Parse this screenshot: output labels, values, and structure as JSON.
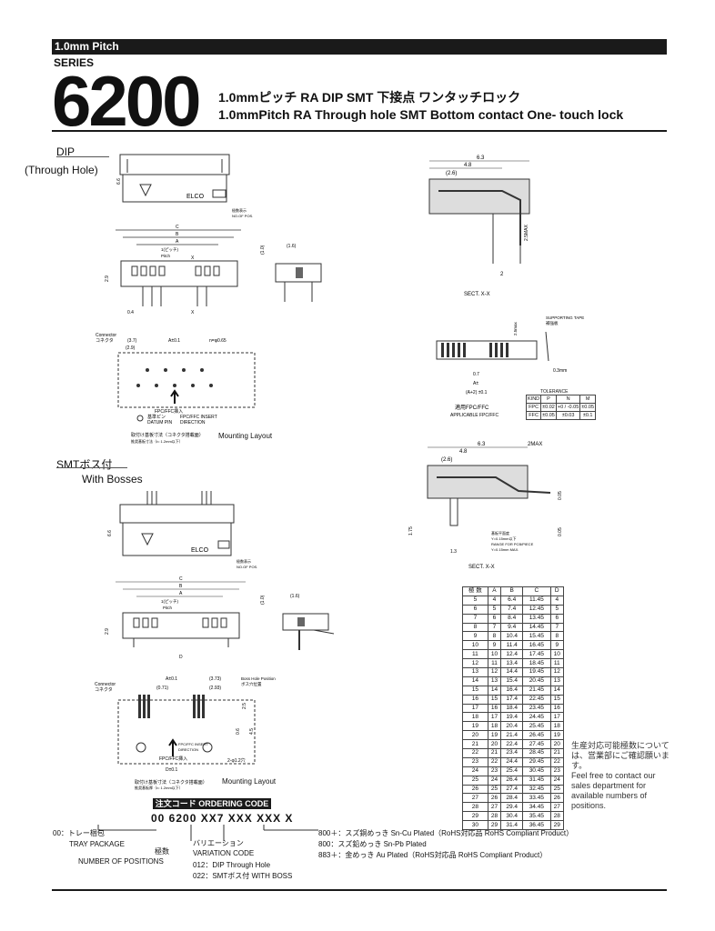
{
  "header": {
    "pitch_label": "1.0mm Pitch",
    "series_label": "SERIES",
    "series_number": "6200",
    "title_jp": "1.0mmピッチ RA DIP SMT 下接点 ワンタッチロック",
    "title_en": "1.0mmPitch RA Through hole SMT Bottom contact One- touch lock"
  },
  "dip_section": {
    "title": "DIP",
    "subtitle": "(Through Hole)",
    "elco": "ELCO",
    "no_pos_jp": "極数表示",
    "no_pos": "NO.OF POS.",
    "mounting_layout": "Mounting Layout",
    "mounting_jp": "取付け基板寸法（コネクタ搭載面）",
    "tolerance_jp": "推奨基板寸法（t= 1.2mm以下）",
    "connector_label": "Connector",
    "connector_jp": "コネクタ",
    "datum_pin": "DATUM PIN",
    "datum_jp": "基準ピン",
    "fpc_insert": "FPC/FFC INSERT",
    "fpc_dir": "DIRECTION",
    "fpc_jp": "FPC/FFC挿入",
    "pitch_jp": "1(ピッチ)",
    "pitch": "Pitch",
    "hole": "n=φ0.65",
    "dims": [
      "C",
      "B",
      "A",
      "(3.7)",
      "(2.9)",
      "A±0.1",
      "2.9",
      "0.4",
      "(1.0)",
      "(1.6)",
      "6.6",
      "X",
      "X"
    ]
  },
  "sect_dip": {
    "label": "SECT. X-X",
    "dims": [
      "6.3",
      "4.8",
      "(2.6)",
      "2",
      "2.5MAX"
    ]
  },
  "fpc_section": {
    "supporting_tape": "SUPPORTING TAPE",
    "supporting_jp": "補強板",
    "applicable_jp": "適用FPC/FFC",
    "applicable": "APPLICABLE FPC/FFC",
    "dims": [
      "0.7",
      "A±",
      "(A+2) ±0.1",
      "0.3mm",
      "2.5max"
    ],
    "tolerance_title": "TOLERANCE",
    "tolerance": {
      "headers": [
        "KIND",
        "P",
        "N",
        "M"
      ],
      "rows": [
        [
          "FPC",
          "±0.02",
          "+0 / -0.05",
          "±0.05"
        ],
        [
          "FFC",
          "±0.05",
          "±0.03",
          "±0.1"
        ]
      ]
    }
  },
  "smt_section": {
    "title": "SMTボス付",
    "subtitle": "With Bosses",
    "elco": "ELCO",
    "no_pos_jp": "極数表示",
    "no_pos": "NO.OF POS.",
    "mounting_layout": "Mounting Layout",
    "mounting_jp": "取付け基板寸法（コネクタ搭載面）",
    "tolerance_jp": "推奨基板厚（t= 1.2mm以下）",
    "connector_label": "Connector",
    "connector_jp": "コネクタ",
    "boss_hole": "Boss Hole Position",
    "boss_jp": "ボス穴位置",
    "fpc_insert": "FPC/FFC INSERT",
    "fpc_dir": "DIRECTION",
    "fpc_jp": "FPC/FFC挿入",
    "dims": [
      "(3.73)",
      "(2.93)",
      "(0.71)",
      "2.5",
      "0.6",
      "4.5",
      "2-φ1.2穴",
      "D±0.1",
      "A±0.1",
      "C",
      "B",
      "A",
      "D",
      "2.9",
      "(1.0)",
      "(1.6)",
      "6.6"
    ]
  },
  "sect_smt": {
    "label": "SECT. X-X",
    "dims": [
      "6.3",
      "4.8",
      "(2.6)",
      "2MAX",
      "1.75",
      "1.3",
      "0.05",
      "0.05"
    ],
    "flatness_jp": "基板平面度",
    "flatness": "Y=0.15mm以下",
    "range": "RANGE FOR PCB/PIECE",
    "range2": "Y=0.15mm MAX."
  },
  "dim_table": {
    "headers": [
      "極 数",
      "A",
      "B",
      "C",
      "D"
    ],
    "rows": [
      [
        "5",
        "4",
        "6.4",
        "11.45",
        "4"
      ],
      [
        "6",
        "5",
        "7.4",
        "12.45",
        "5"
      ],
      [
        "7",
        "6",
        "8.4",
        "13.45",
        "6"
      ],
      [
        "8",
        "7",
        "9.4",
        "14.45",
        "7"
      ],
      [
        "9",
        "8",
        "10.4",
        "15.45",
        "8"
      ],
      [
        "10",
        "9",
        "11.4",
        "16.45",
        "9"
      ],
      [
        "11",
        "10",
        "12.4",
        "17.45",
        "10"
      ],
      [
        "12",
        "11",
        "13.4",
        "18.45",
        "11"
      ],
      [
        "13",
        "12",
        "14.4",
        "19.45",
        "12"
      ],
      [
        "14",
        "13",
        "15.4",
        "20.45",
        "13"
      ],
      [
        "15",
        "14",
        "16.4",
        "21.45",
        "14"
      ],
      [
        "16",
        "15",
        "17.4",
        "22.45",
        "15"
      ],
      [
        "17",
        "16",
        "18.4",
        "23.45",
        "16"
      ],
      [
        "18",
        "17",
        "19.4",
        "24.45",
        "17"
      ],
      [
        "19",
        "18",
        "20.4",
        "25.45",
        "18"
      ],
      [
        "20",
        "19",
        "21.4",
        "26.45",
        "19"
      ],
      [
        "21",
        "20",
        "22.4",
        "27.45",
        "20"
      ],
      [
        "22",
        "21",
        "23.4",
        "28.45",
        "21"
      ],
      [
        "23",
        "22",
        "24.4",
        "29.45",
        "22"
      ],
      [
        "24",
        "23",
        "25.4",
        "30.45",
        "23"
      ],
      [
        "25",
        "24",
        "26.4",
        "31.45",
        "24"
      ],
      [
        "26",
        "25",
        "27.4",
        "32.45",
        "25"
      ],
      [
        "27",
        "26",
        "28.4",
        "33.45",
        "26"
      ],
      [
        "28",
        "27",
        "29.4",
        "34.45",
        "27"
      ],
      [
        "29",
        "28",
        "30.4",
        "35.45",
        "28"
      ],
      [
        "30",
        "29",
        "31.4",
        "36.45",
        "29"
      ]
    ]
  },
  "note": {
    "jp": "生産対応可能極数については、営業部にご確認願います。",
    "en": "Feel free to contact our sales department for available numbers of positions."
  },
  "ordering": {
    "title": "注文コード ORDERING CODE",
    "code": "00 6200 XX7 XXX XXX X",
    "tray_jp": "00：トレー梱包",
    "tray": "TRAY PACKAGE",
    "positions_jp": "極数",
    "positions": "NUMBER OF POSITIONS",
    "variation_jp": "バリエーション",
    "variation": "VARIATION CODE",
    "var1": "012：DIP Through Hole",
    "var2": "022：SMTボス付 WITH BOSS",
    "plating1": "800＋：スズ銅めっき Sn-Cu Plated（RoHS対応品 RoHS Compliant Product）",
    "plating2": "800：スズ鉛めっき Sn-Pb Plated",
    "plating3": "883＋：金めっき Au Plated（RoHS対応品 RoHS Compliant Product）"
  }
}
